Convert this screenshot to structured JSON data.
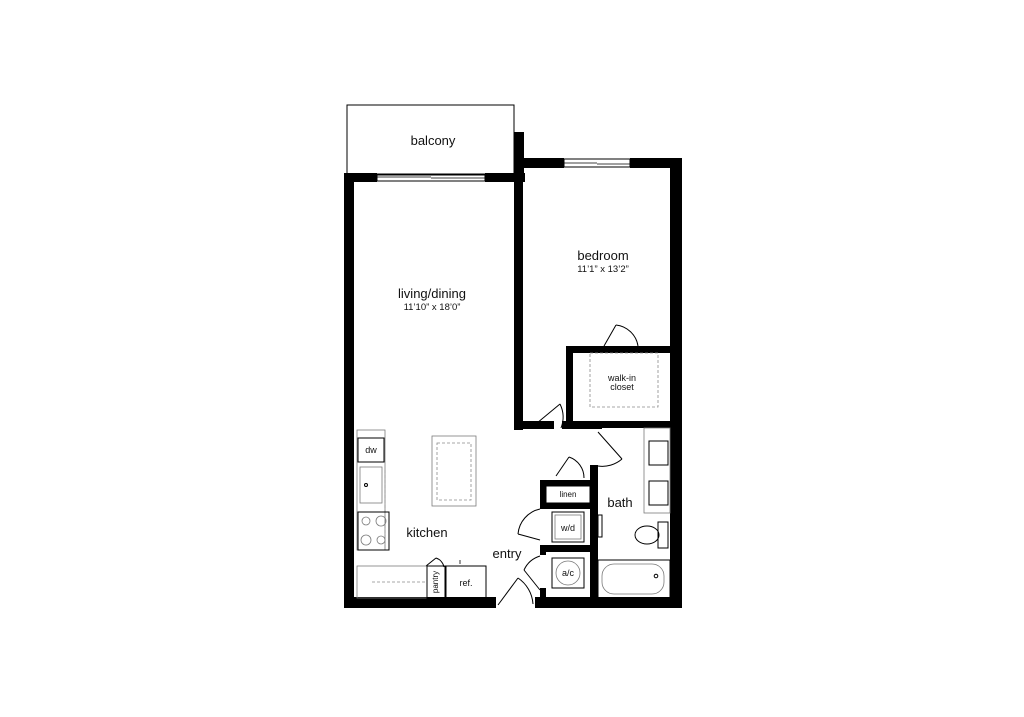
{
  "rooms": {
    "balcony": {
      "label": "balcony"
    },
    "living": {
      "label": "living/dining",
      "dims": "11’10” x 18’0”"
    },
    "bedroom": {
      "label": "bedroom",
      "dims": "11’1” x 13’2”"
    },
    "closet": {
      "label_line1": "walk-in",
      "label_line2": "closet"
    },
    "kitchen": {
      "label": "kitchen"
    },
    "bath": {
      "label": "bath"
    },
    "entry": {
      "label": "entry"
    }
  },
  "fixtures": {
    "dishwasher": "dw",
    "linen": "linen",
    "washer_dryer": "w/d",
    "ac": "a/c",
    "pantry": "pantry",
    "refrigerator": "ref."
  }
}
